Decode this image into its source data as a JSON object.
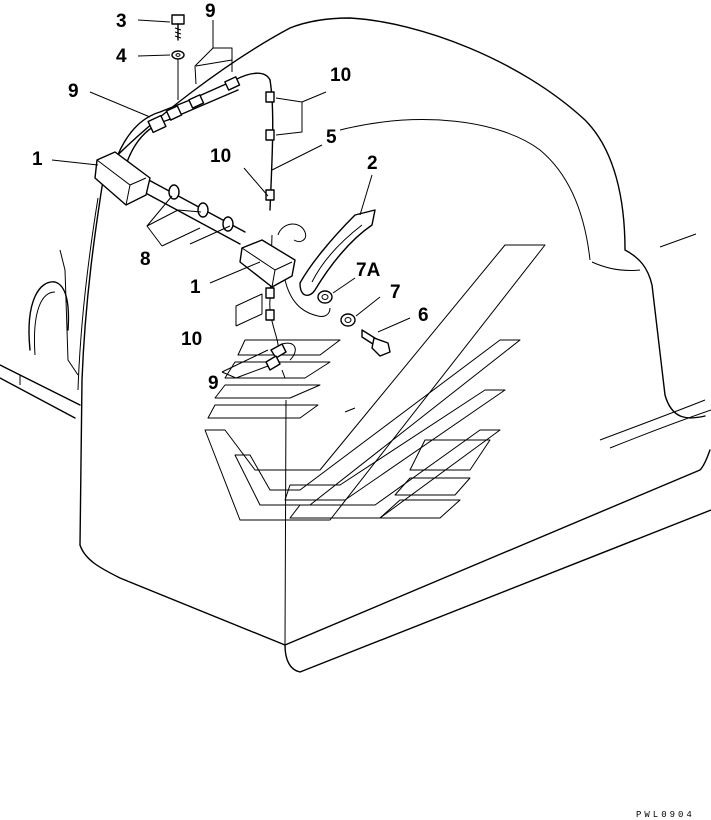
{
  "diagram": {
    "callouts": {
      "c1a": "1",
      "c1b": "1",
      "c2": "2",
      "c3": "3",
      "c4": "4",
      "c5": "5",
      "c6": "6",
      "c7": "7",
      "c7a": "7A",
      "c8": "8",
      "c9a": "9",
      "c9b": "9",
      "c9c": "9",
      "c10a": "10",
      "c10b": "10",
      "c10c": "10"
    },
    "drawing_code": "PWL0904",
    "colors": {
      "ink": "#000000",
      "paper": "#ffffff"
    }
  }
}
